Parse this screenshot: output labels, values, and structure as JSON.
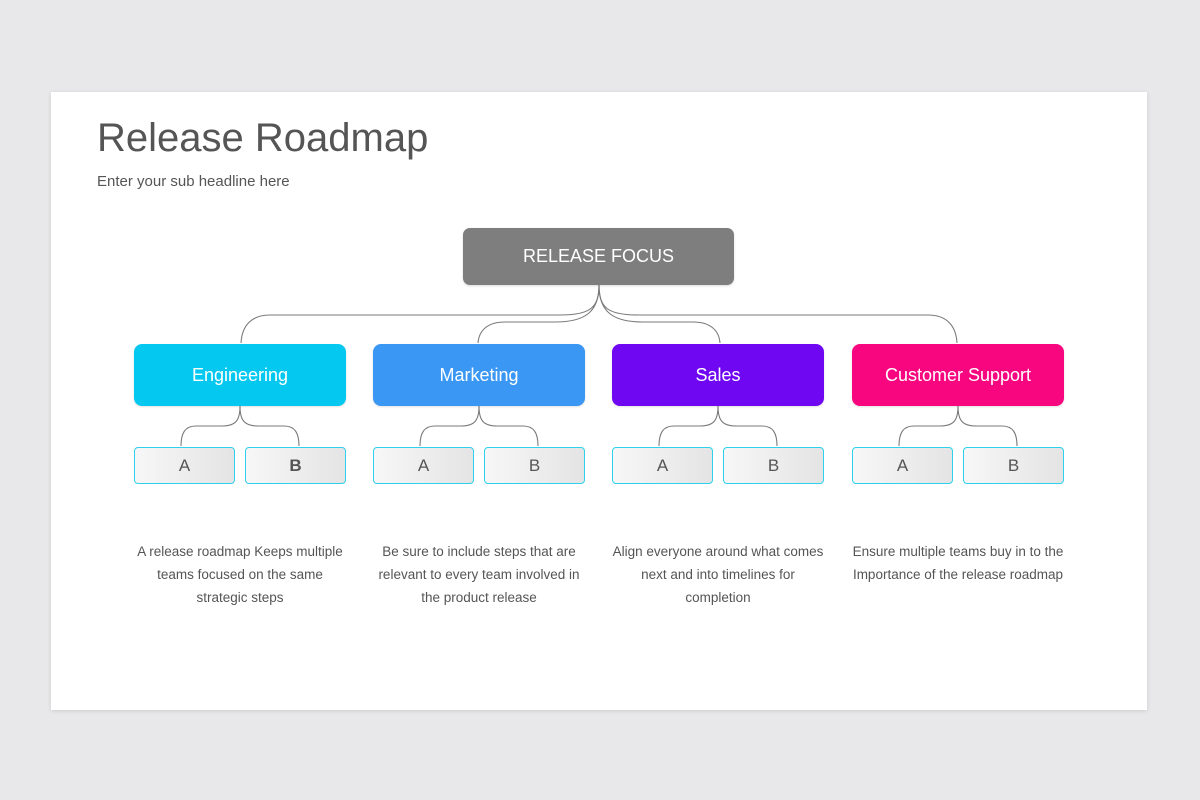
{
  "title": "Release Roadmap",
  "subtitle": "Enter your sub headline here",
  "root": {
    "label": "RELEASE FOCUS",
    "color": "#7e7e7e"
  },
  "teams": [
    {
      "label": "Engineering",
      "color": "#04c8ef",
      "sub_a": "A",
      "sub_b": "B",
      "description": "A release roadmap Keeps multiple teams focused on the same strategic steps"
    },
    {
      "label": "Marketing",
      "color": "#3a97f3",
      "sub_a": "A",
      "sub_b": "B",
      "description": "Be sure to include steps that are relevant to every team involved in the product release"
    },
    {
      "label": "Sales",
      "color": "#7007f2",
      "sub_a": "A",
      "sub_b": "B",
      "description": "Align everyone around what comes next and into timelines for completion"
    },
    {
      "label": "Customer Support",
      "color": "#f8067f",
      "sub_a": "A",
      "sub_b": "B",
      "description": "Ensure multiple teams buy in to the Importance of the release roadmap"
    }
  ],
  "colors": {
    "sub_node_border": "#2fd0ee",
    "connector": "#7a7a7a",
    "text": "#555555"
  }
}
